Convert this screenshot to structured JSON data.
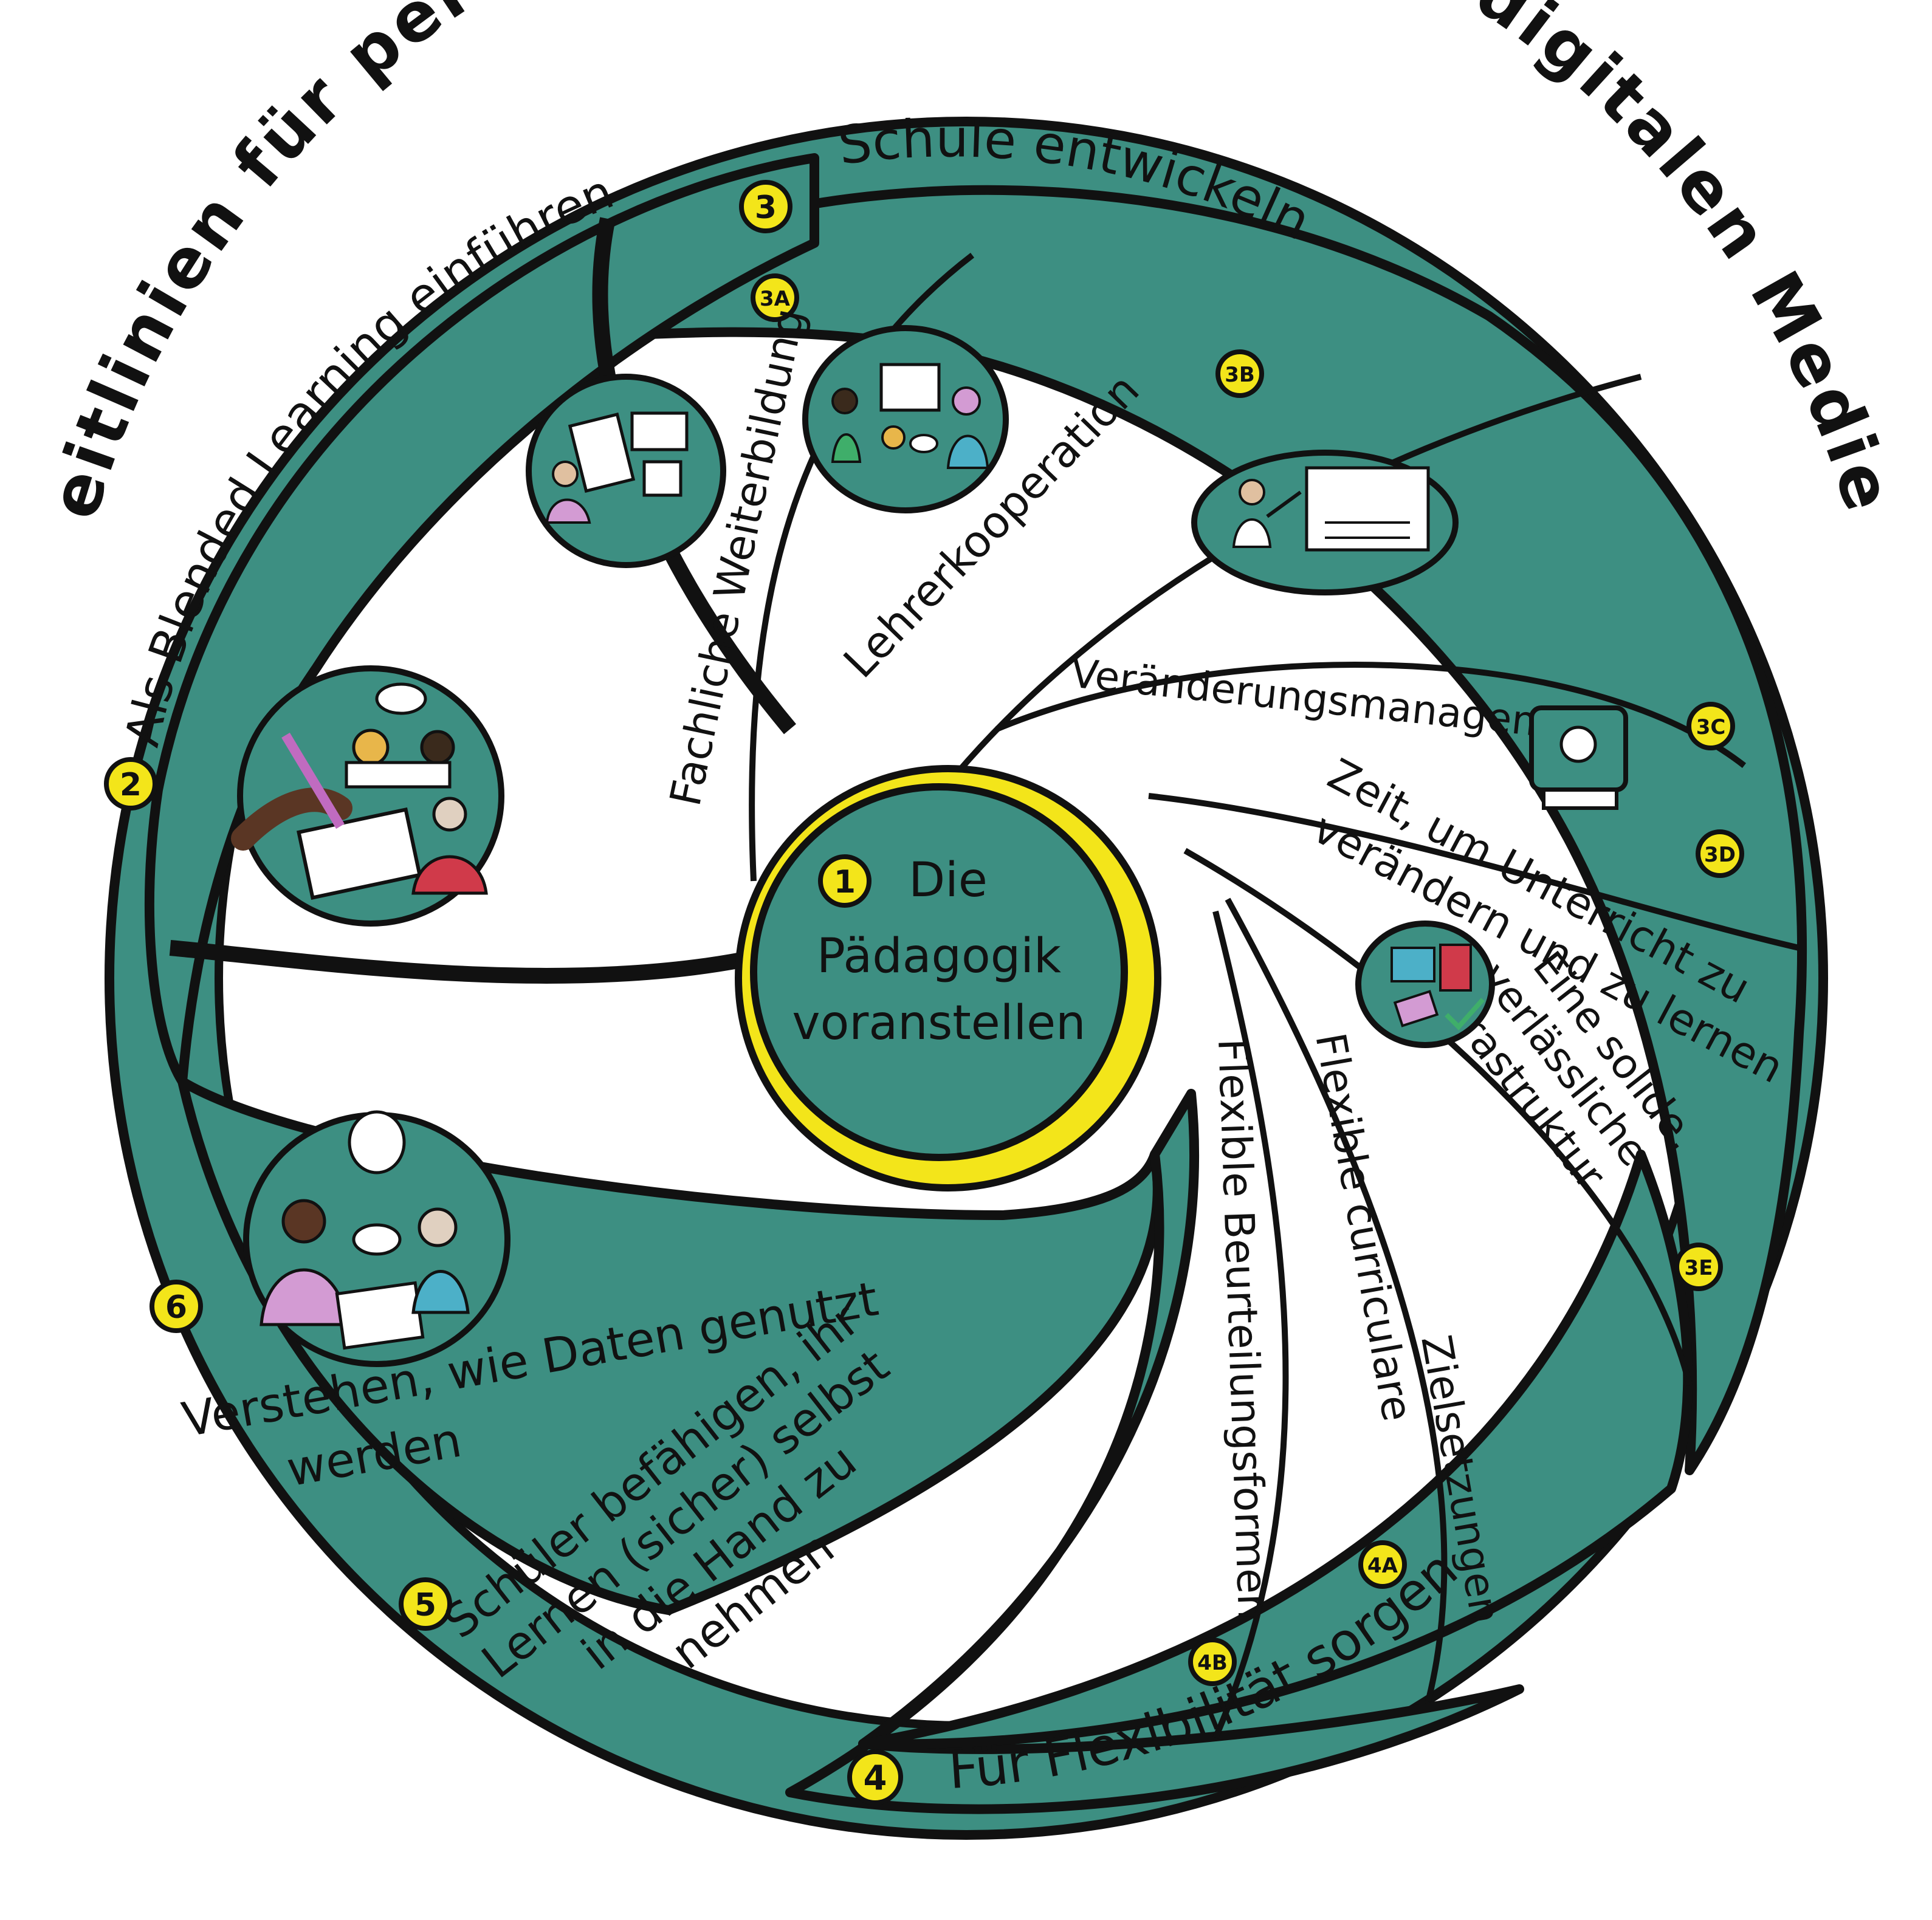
{
  "title": "Leitlinien für personalisiertes Lernen mit digitalen Medien",
  "colors": {
    "teal": "#3d8f82",
    "yellow": "#f3e51a",
    "ink": "#111111",
    "white": "#ffffff"
  },
  "center": {
    "number": "1",
    "line1": "Die",
    "line2": "Pädagogik",
    "line3": "voranstellen"
  },
  "bands": [
    {
      "number": "2",
      "label": "Als Blended Learning einführen"
    },
    {
      "number": "3",
      "label": "Schule entwickeln"
    },
    {
      "number": "4",
      "label": "Für Flexibilität sorgen"
    },
    {
      "number": "5",
      "line1": "Schüler befähigen, ihr",
      "line2": "Lernen (sicher) selbst",
      "line3": "in die Hand zu",
      "line4": "nehmen"
    },
    {
      "number": "6",
      "line1": "Verstehen, wie Daten genutzt",
      "line2": "werden"
    }
  ],
  "sectors": [
    {
      "number": "3A",
      "label": "Fachliche Weiterbildung"
    },
    {
      "number": "3B",
      "label": "Lehrerkooperation"
    },
    {
      "number": "3C",
      "label": "Veränderungsmanagement"
    },
    {
      "number": "3D",
      "line1": "Zeit, um Unterricht zu",
      "line2": "verändern und zu lernen"
    },
    {
      "number": "3E",
      "line1": "Eine solide,",
      "line2": "verlässliche",
      "line3": "Infrastruktur"
    },
    {
      "number": "4A",
      "line1": "Flexible curriculare",
      "line2": "Zielsetzungen"
    },
    {
      "number": "4B",
      "label": "Flexible Beurteilungsformen"
    }
  ],
  "icons": [
    "writing-hand-illustration",
    "training-materials-illustration",
    "teachers-meeting-illustration",
    "whiteboard-presenter-illustration",
    "clock-screen-icon",
    "devices-wifi-icon",
    "data-discussion-illustration"
  ]
}
